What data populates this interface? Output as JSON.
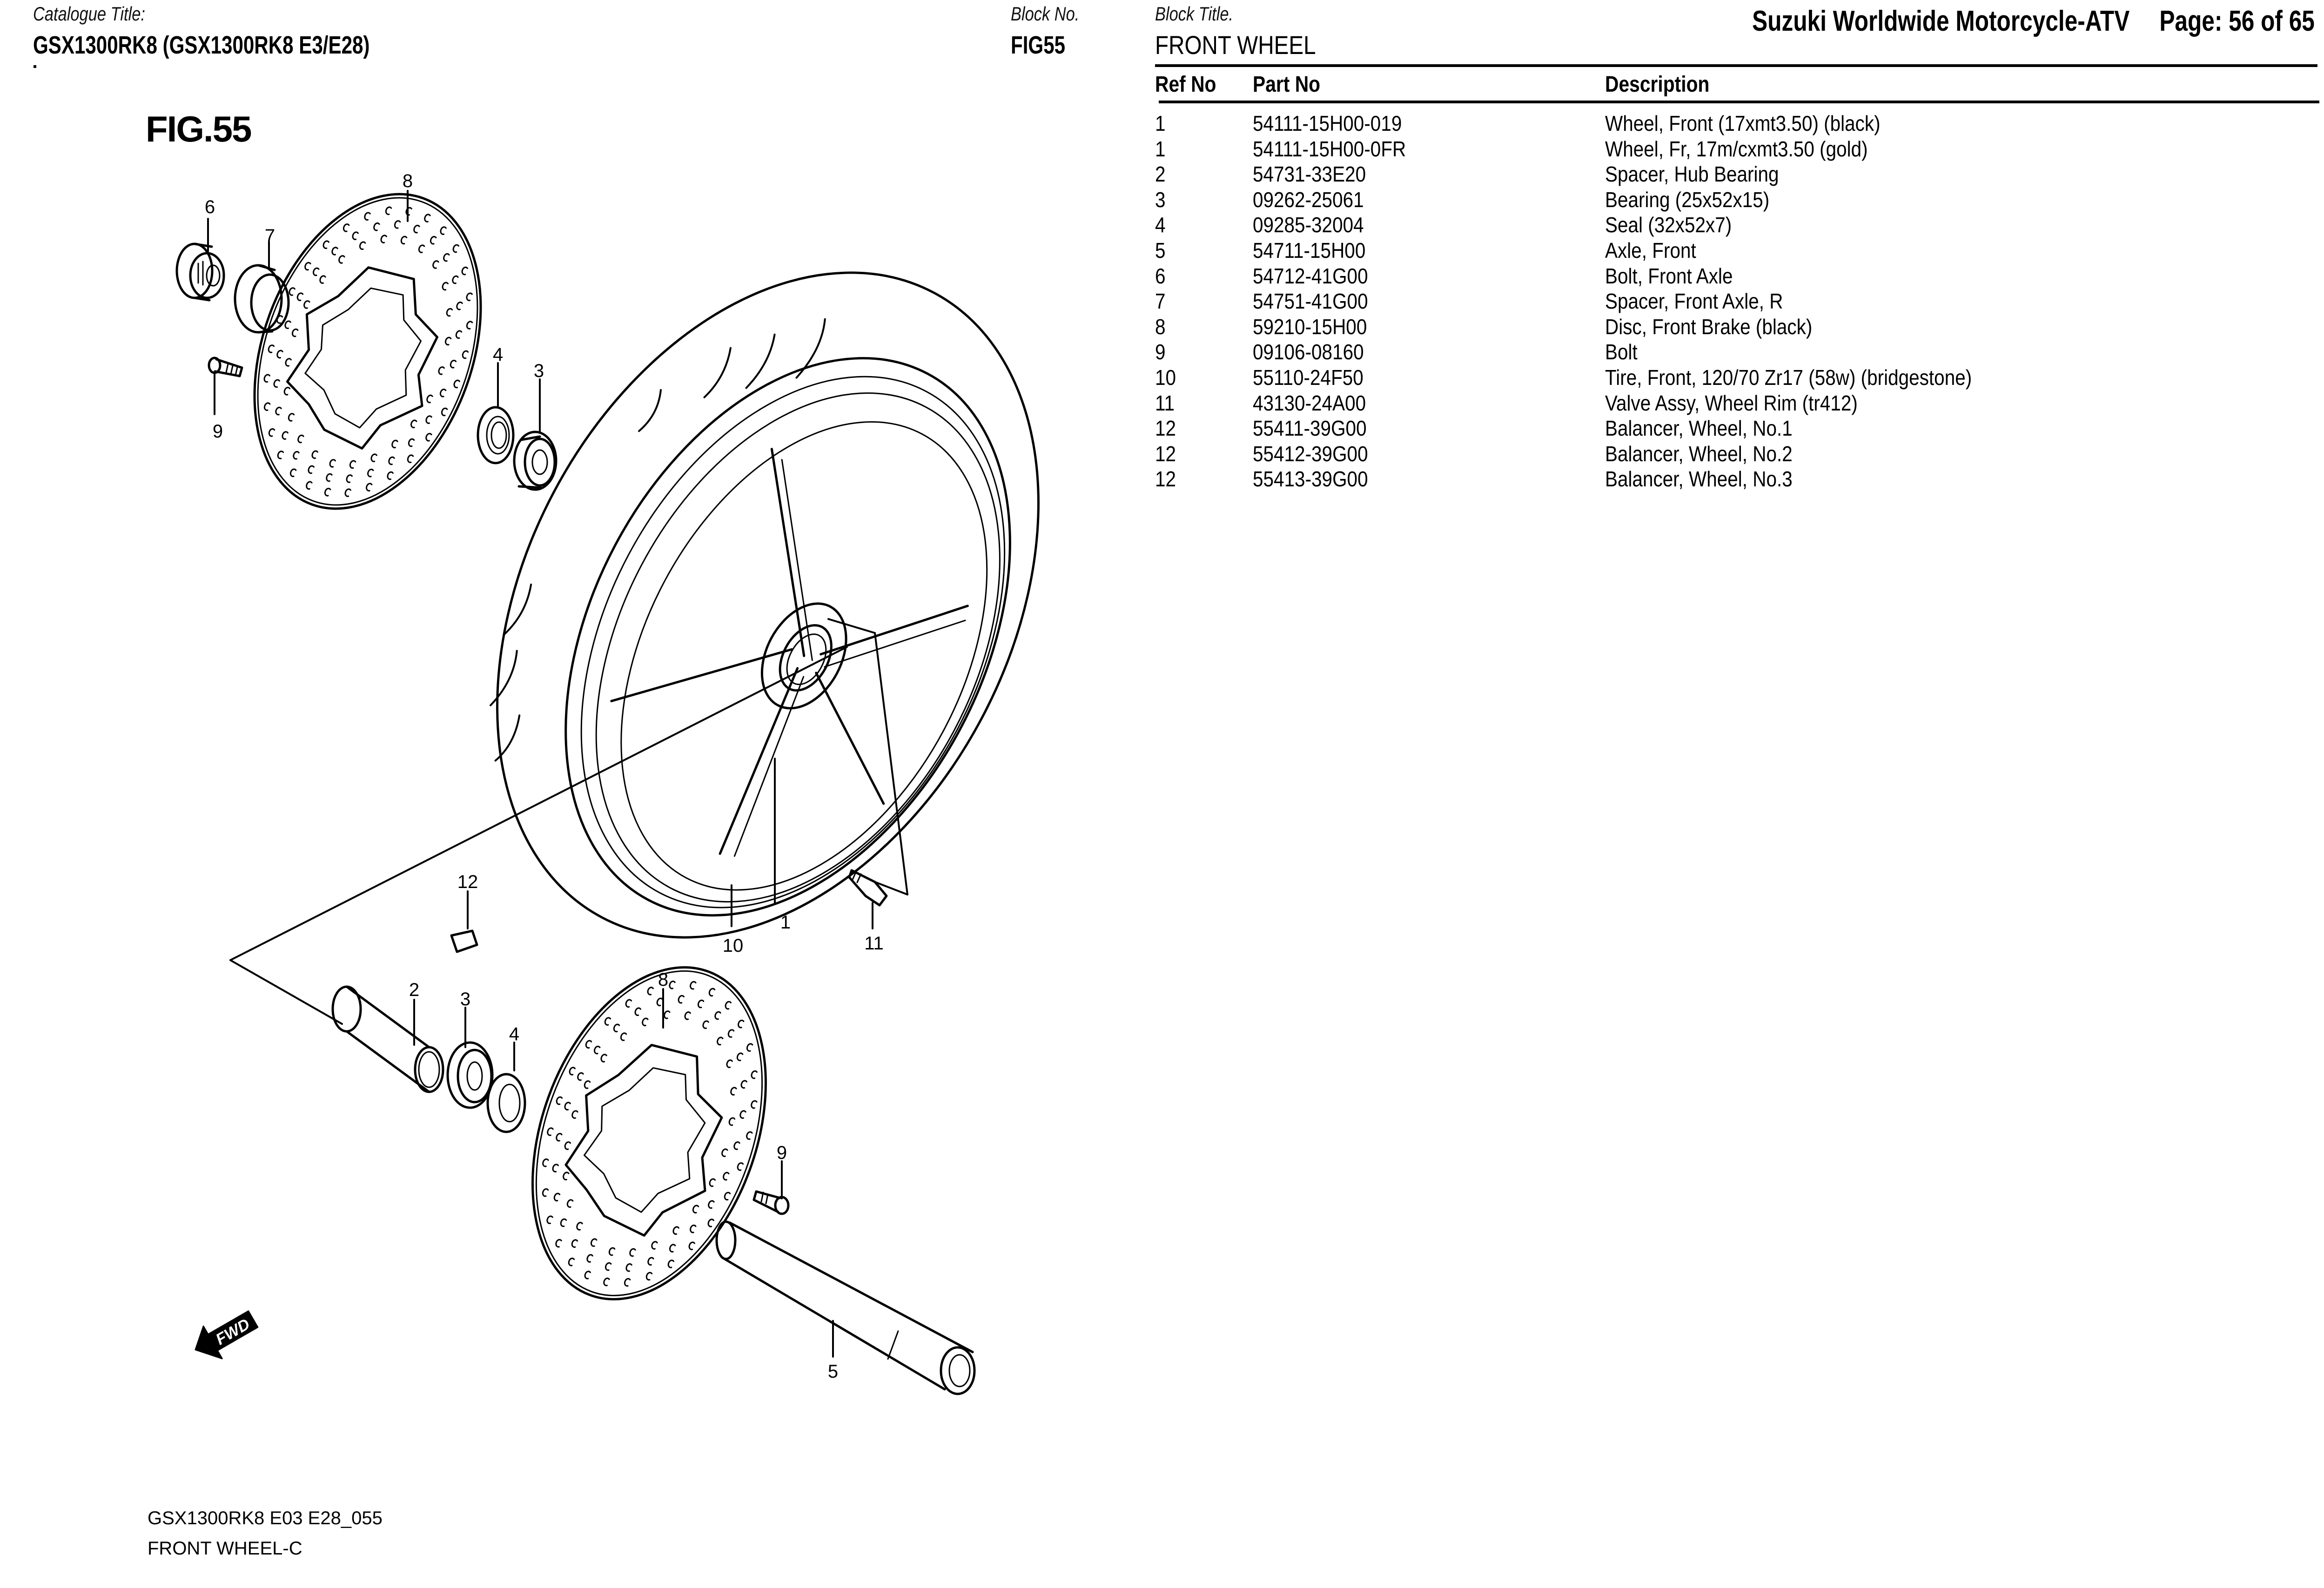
{
  "header": {
    "catalogue_label": "Catalogue Title:",
    "catalogue_title": "GSX1300RK8 (GSX1300RK8 E3/E28)",
    "block_no_label": "Block No.",
    "block_no": "FIG55",
    "block_title_label": "Block Title.",
    "block_title": "FRONT WHEEL",
    "brand": "Suzuki Worldwide Motorcycle-ATV",
    "page_label": "Page: 56 of 65"
  },
  "table": {
    "columns": [
      "Ref No",
      "Part No",
      "Description"
    ],
    "rows": [
      {
        "ref": "1",
        "part": "54111-15H00-019",
        "desc": "Wheel, Front (17xmt3.50) (black)"
      },
      {
        "ref": "1",
        "part": "54111-15H00-0FR",
        "desc": "Wheel, Fr, 17m/cxmt3.50 (gold)"
      },
      {
        "ref": "2",
        "part": "54731-33E20",
        "desc": "Spacer, Hub Bearing"
      },
      {
        "ref": "3",
        "part": "09262-25061",
        "desc": "Bearing (25x52x15)"
      },
      {
        "ref": "4",
        "part": "09285-32004",
        "desc": "Seal (32x52x7)"
      },
      {
        "ref": "5",
        "part": "54711-15H00",
        "desc": "Axle, Front"
      },
      {
        "ref": "6",
        "part": "54712-41G00",
        "desc": "Bolt, Front Axle"
      },
      {
        "ref": "7",
        "part": "54751-41G00",
        "desc": "Spacer, Front Axle, R"
      },
      {
        "ref": "8",
        "part": "59210-15H00",
        "desc": "Disc, Front Brake (black)"
      },
      {
        "ref": "9",
        "part": "09106-08160",
        "desc": "Bolt"
      },
      {
        "ref": "10",
        "part": "55110-24F50",
        "desc": "Tire, Front, 120/70 Zr17 (58w) (bridgestone)"
      },
      {
        "ref": "11",
        "part": "43130-24A00",
        "desc": "Valve Assy, Wheel Rim (tr412)"
      },
      {
        "ref": "12",
        "part": "55411-39G00",
        "desc": "Balancer, Wheel, No.1"
      },
      {
        "ref": "12",
        "part": "55412-39G00",
        "desc": "Balancer, Wheel, No.2"
      },
      {
        "ref": "12",
        "part": "55413-39G00",
        "desc": "Balancer, Wheel, No.3"
      }
    ]
  },
  "diagram": {
    "fig_title": "FIG.55",
    "fwd_label": "FWD",
    "callouts": {
      "c1": "1",
      "c2": "2",
      "c3a": "3",
      "c3b": "3",
      "c4a": "4",
      "c4b": "4",
      "c5": "5",
      "c6": "6",
      "c7": "7",
      "c8a": "8",
      "c8b": "8",
      "c9a": "9",
      "c9b": "9",
      "c10": "10",
      "c11": "11",
      "c12": "12"
    },
    "caption_line1": "GSX1300RK8 E03 E28_055",
    "caption_line2": "FRONT WHEEL-C"
  }
}
